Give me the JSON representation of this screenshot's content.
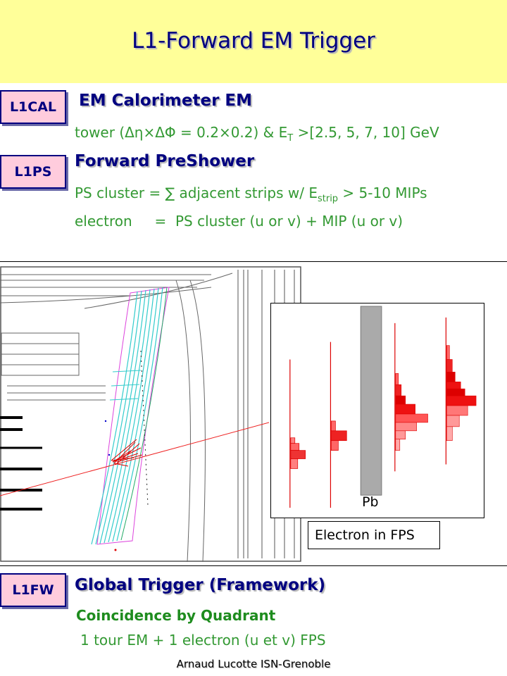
{
  "slide": {
    "title": "L1-Forward  EM  Trigger",
    "footer": "Arnaud Lucotte  ISN-Grenoble"
  },
  "sections": {
    "l1cal": {
      "tag": "L1CAL",
      "heading": "EM Calorimeter  EM",
      "line1_pre": "tower (",
      "line1_sym": "Δη×ΔΦ",
      "line1_mid": " = 0.2×0.2) & E",
      "line1_sub": "T",
      "line1_post": " >[2.5, 5, 7, 10] GeV"
    },
    "l1ps": {
      "tag": "L1PS",
      "heading": "Forward PreShower",
      "line1_pre": "PS cluster  =  ∑ adjacent strips w/ E",
      "line1_sub": "strip",
      "line1_post": " > 5-10 MIPs",
      "line2": "electron     =  PS cluster (u or v) + MIP (u or v)"
    },
    "l1fw": {
      "tag": "L1FW",
      "heading": "Global Trigger (Framework)",
      "subheading": "Coincidence by Quadrant",
      "line1": "1 tour EM  + 1 electron (u et v) FPS"
    }
  },
  "figure": {
    "inset_label": "Pb",
    "caption": "Electron in FPS"
  },
  "colors": {
    "header_bg": "#ffff99",
    "navy": "#000080",
    "green": "#339933",
    "tag_bg": "#ffccdd",
    "shower_red": "#e00000"
  }
}
